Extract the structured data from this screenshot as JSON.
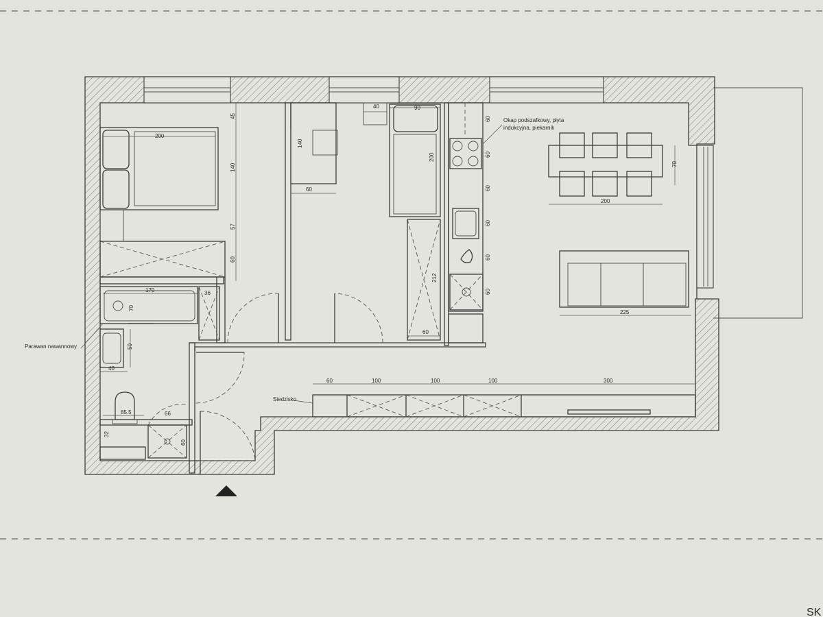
{
  "annotations": {
    "hood_note_line1": "Okap podszafkowy, płyta",
    "hood_note_line2": "indukcyjna, piekarnik",
    "shower_screen": "Parawan nawannowy",
    "bench": "Siedzisko",
    "sheet_code": "SK"
  },
  "dimensions": {
    "bed_width": "200",
    "bed_top_gap": "45",
    "bed_length": "140",
    "bed_to_wardrobe": "57",
    "wardrobe_depth": "60",
    "bath_length": "170",
    "bath_width": "70",
    "bath_end": "36",
    "sink_depth": "50",
    "sink_width": "40",
    "wc_distance": "85.5",
    "wc_wall": "32",
    "shower_width": "66",
    "shower_depth": "60",
    "desk_top": "40",
    "desk_side": "140",
    "desk_depth": "60",
    "kid_bed_width": "90",
    "kid_bed_length": "200",
    "kid_wardrobe_length": "212",
    "kid_wardrobe_depth": "60",
    "kitchen_depth": "60",
    "table_width": "200",
    "table_depth": "70",
    "sofa_length": "225",
    "bench_seg1": "60",
    "bench_seg2": "100",
    "bench_seg3": "100",
    "bench_seg4": "100",
    "bench_seg5": "300"
  }
}
